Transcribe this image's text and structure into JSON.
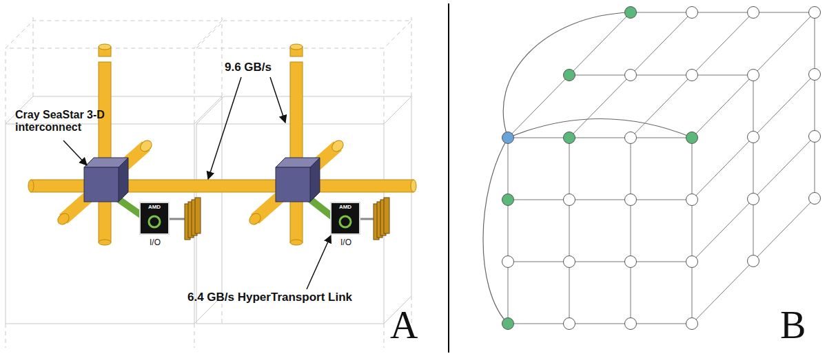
{
  "diagram": {
    "labels": [
      "Cray SeaStar 3-D interconnect",
      "9.6 GB/s",
      "AMD",
      "I/O",
      "AMD",
      "I/O",
      "6.4 GB/s HyperTransport Link",
      "A",
      "B"
    ]
  }
}
